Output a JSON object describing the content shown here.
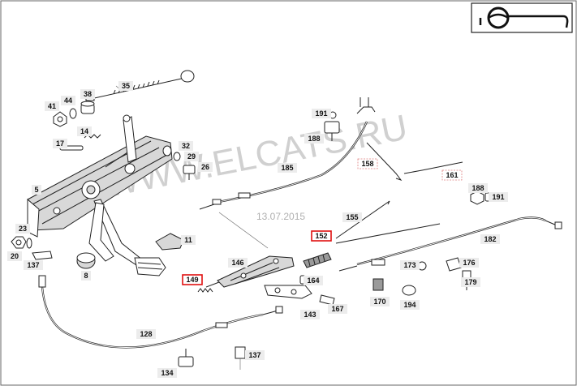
{
  "watermark": "WWW.ELCATS.RU",
  "date_stamp": "13.07.2015",
  "brand_logo": "steering-wheel-emblem",
  "highlight_color": "#e01010",
  "parts": [
    {
      "id": "p35",
      "number": "35",
      "style": "plain"
    },
    {
      "id": "p38",
      "number": "38",
      "style": "plain"
    },
    {
      "id": "p41",
      "number": "41",
      "style": "plain"
    },
    {
      "id": "p44",
      "number": "44",
      "style": "plain"
    },
    {
      "id": "p14",
      "number": "14",
      "style": "plain"
    },
    {
      "id": "p17",
      "number": "17",
      "style": "plain"
    },
    {
      "id": "p32",
      "number": "32",
      "style": "plain"
    },
    {
      "id": "p29",
      "number": "29",
      "style": "plain"
    },
    {
      "id": "p26",
      "number": "26",
      "style": "plain"
    },
    {
      "id": "p5",
      "number": "5",
      "style": "plain"
    },
    {
      "id": "p23",
      "number": "23",
      "style": "plain"
    },
    {
      "id": "p20",
      "number": "20",
      "style": "plain"
    },
    {
      "id": "p137a",
      "number": "137",
      "style": "plain"
    },
    {
      "id": "p8",
      "number": "8",
      "style": "plain"
    },
    {
      "id": "p11",
      "number": "11",
      "style": "plain"
    },
    {
      "id": "p191a",
      "number": "191",
      "style": "plain"
    },
    {
      "id": "p188a",
      "number": "188",
      "style": "plain"
    },
    {
      "id": "p185",
      "number": "185",
      "style": "plain"
    },
    {
      "id": "p158",
      "number": "158",
      "style": "dashed"
    },
    {
      "id": "p161",
      "number": "161",
      "style": "dashed"
    },
    {
      "id": "p188b",
      "number": "188",
      "style": "plain"
    },
    {
      "id": "p191b",
      "number": "191",
      "style": "plain"
    },
    {
      "id": "p155",
      "number": "155",
      "style": "plain"
    },
    {
      "id": "p152",
      "number": "152",
      "style": "highlight"
    },
    {
      "id": "p182",
      "number": "182",
      "style": "plain"
    },
    {
      "id": "p146",
      "number": "146",
      "style": "plain"
    },
    {
      "id": "p149",
      "number": "149",
      "style": "highlight"
    },
    {
      "id": "p164",
      "number": "164",
      "style": "plain"
    },
    {
      "id": "p173",
      "number": "173",
      "style": "plain"
    },
    {
      "id": "p176",
      "number": "176",
      "style": "plain"
    },
    {
      "id": "p179",
      "number": "179",
      "style": "plain"
    },
    {
      "id": "p143",
      "number": "143",
      "style": "plain"
    },
    {
      "id": "p167",
      "number": "167",
      "style": "plain"
    },
    {
      "id": "p170",
      "number": "170",
      "style": "plain"
    },
    {
      "id": "p194",
      "number": "194",
      "style": "plain"
    },
    {
      "id": "p128",
      "number": "128",
      "style": "plain"
    },
    {
      "id": "p137b",
      "number": "137",
      "style": "plain"
    },
    {
      "id": "p134",
      "number": "134",
      "style": "plain"
    }
  ]
}
